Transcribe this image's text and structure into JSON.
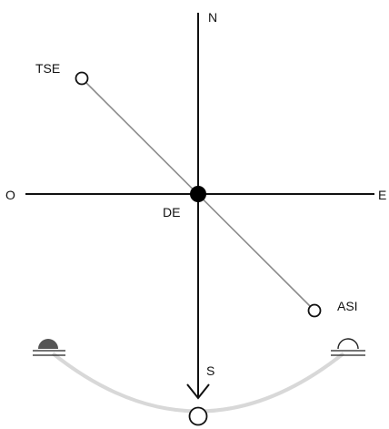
{
  "diagram": {
    "labels": {
      "north": "N",
      "south": "S",
      "east": "E",
      "west": "O",
      "center": "DE",
      "upper_point": "TSE",
      "lower_point": "ASI"
    },
    "colors": {
      "axis": "#111111",
      "diagonal": "#8c8c8c",
      "arc": "#d8d8d8",
      "filled_marker": "#555555",
      "center_dot": "#000000",
      "background": "#ffffff"
    },
    "icons": {
      "left_pan": "filled-dome-icon",
      "right_pan": "outline-dome-icon",
      "bottom_circle": "circle-icon",
      "south_arrow": "arrow-down-icon"
    }
  }
}
